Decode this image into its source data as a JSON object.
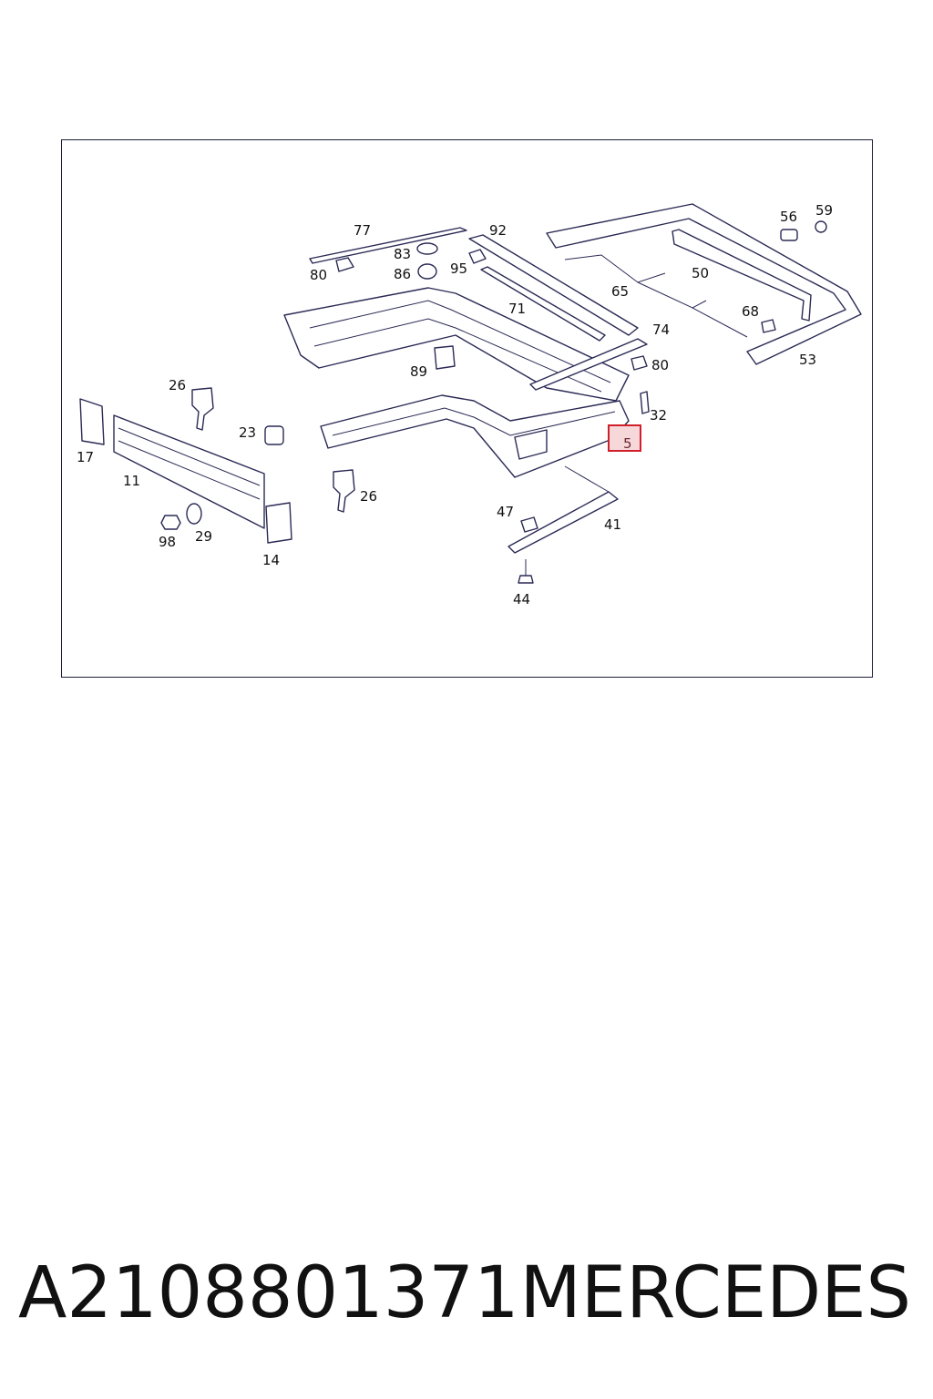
{
  "diagram": {
    "callouts": [
      "77",
      "92",
      "83",
      "86",
      "95",
      "80",
      "71",
      "65",
      "50",
      "56",
      "59",
      "68",
      "74",
      "53",
      "89",
      "26",
      "23",
      "17",
      "11",
      "26",
      "98",
      "29",
      "14",
      "5",
      "32",
      "47",
      "41",
      "44",
      "80"
    ],
    "highlighted_callout": "5",
    "colors": {
      "line": "#2a2a55",
      "highlight_fill": "#f7d8da",
      "highlight_stroke": "#d01f2a"
    }
  },
  "footer": {
    "part_number": "A2108801371",
    "brand": "MERCEDES"
  }
}
